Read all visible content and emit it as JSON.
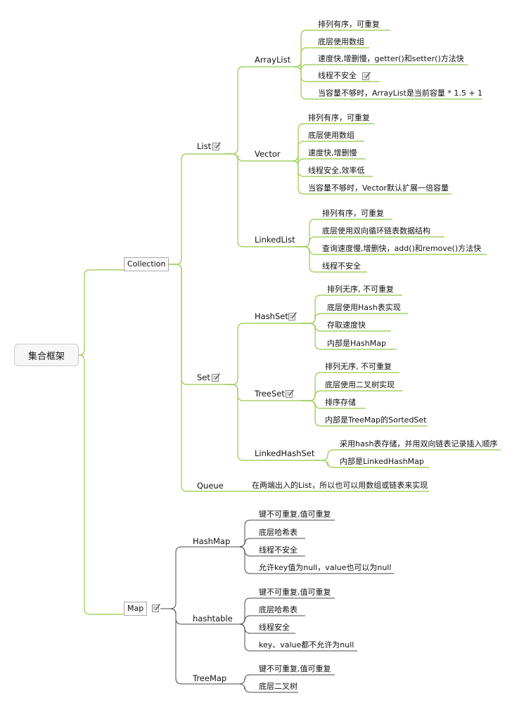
{
  "colors": {
    "green": "#a5d066",
    "dark": "#4a4a4a"
  },
  "root": "集合框架",
  "collection": "Collection",
  "map": "Map",
  "list": "List",
  "set": "Set",
  "queue": "Queue",
  "queue_desc": "在两端出入的List，所以也可以用数组或链表来实现",
  "arraylist": {
    "label": "ArrayList",
    "items": [
      "排列有序，可重复",
      "底层使用数组",
      "速度快,增删慢，getter()和setter()方法快",
      "线程不安全",
      "当容量不够时，ArrayList是当前容量 * 1.5 + 1"
    ]
  },
  "vector": {
    "label": "Vector",
    "items": [
      "排列有序，可重复",
      "底层使用数组",
      "速度快,增删慢",
      "线程安全,效率低",
      "当容量不够时，Vector默认扩展一倍容量"
    ]
  },
  "linkedlist": {
    "label": "LinkedList",
    "items": [
      "排列有序，可重复",
      "底层使用双向循环链表数据结构",
      "查询速度慢,增删快，add()和remove()方法快",
      "线程不安全"
    ]
  },
  "hashset": {
    "label": "HashSet",
    "items": [
      "排列无序, 不可重复",
      "底层使用Hash表实现",
      "存取速度快",
      "内部是HashMap"
    ]
  },
  "treeset": {
    "label": "TreeSet",
    "items": [
      "排列无序, 不可重复",
      "底层使用二叉树实现",
      "排序存储",
      "内部是TreeMap的SortedSet"
    ]
  },
  "linkedhashset": {
    "label": "LinkedHashSet",
    "items": [
      "采用hash表存储，并用双向链表记录插入顺序",
      "内部是LinkedHashMap"
    ]
  },
  "hashmap": {
    "label": "HashMap",
    "items": [
      "键不可重复,值可重复",
      "底层哈希表",
      "线程不安全",
      "允许key值为null，value也可以为null"
    ]
  },
  "hashtable": {
    "label": "hashtable",
    "items": [
      "键不可重复,值可重复",
      "底层哈希表",
      "线程安全",
      "key、value都不允许为null"
    ]
  },
  "treemap": {
    "label": "TreeMap",
    "items": [
      "键不可重复,值可重复",
      "底层二叉树"
    ]
  }
}
